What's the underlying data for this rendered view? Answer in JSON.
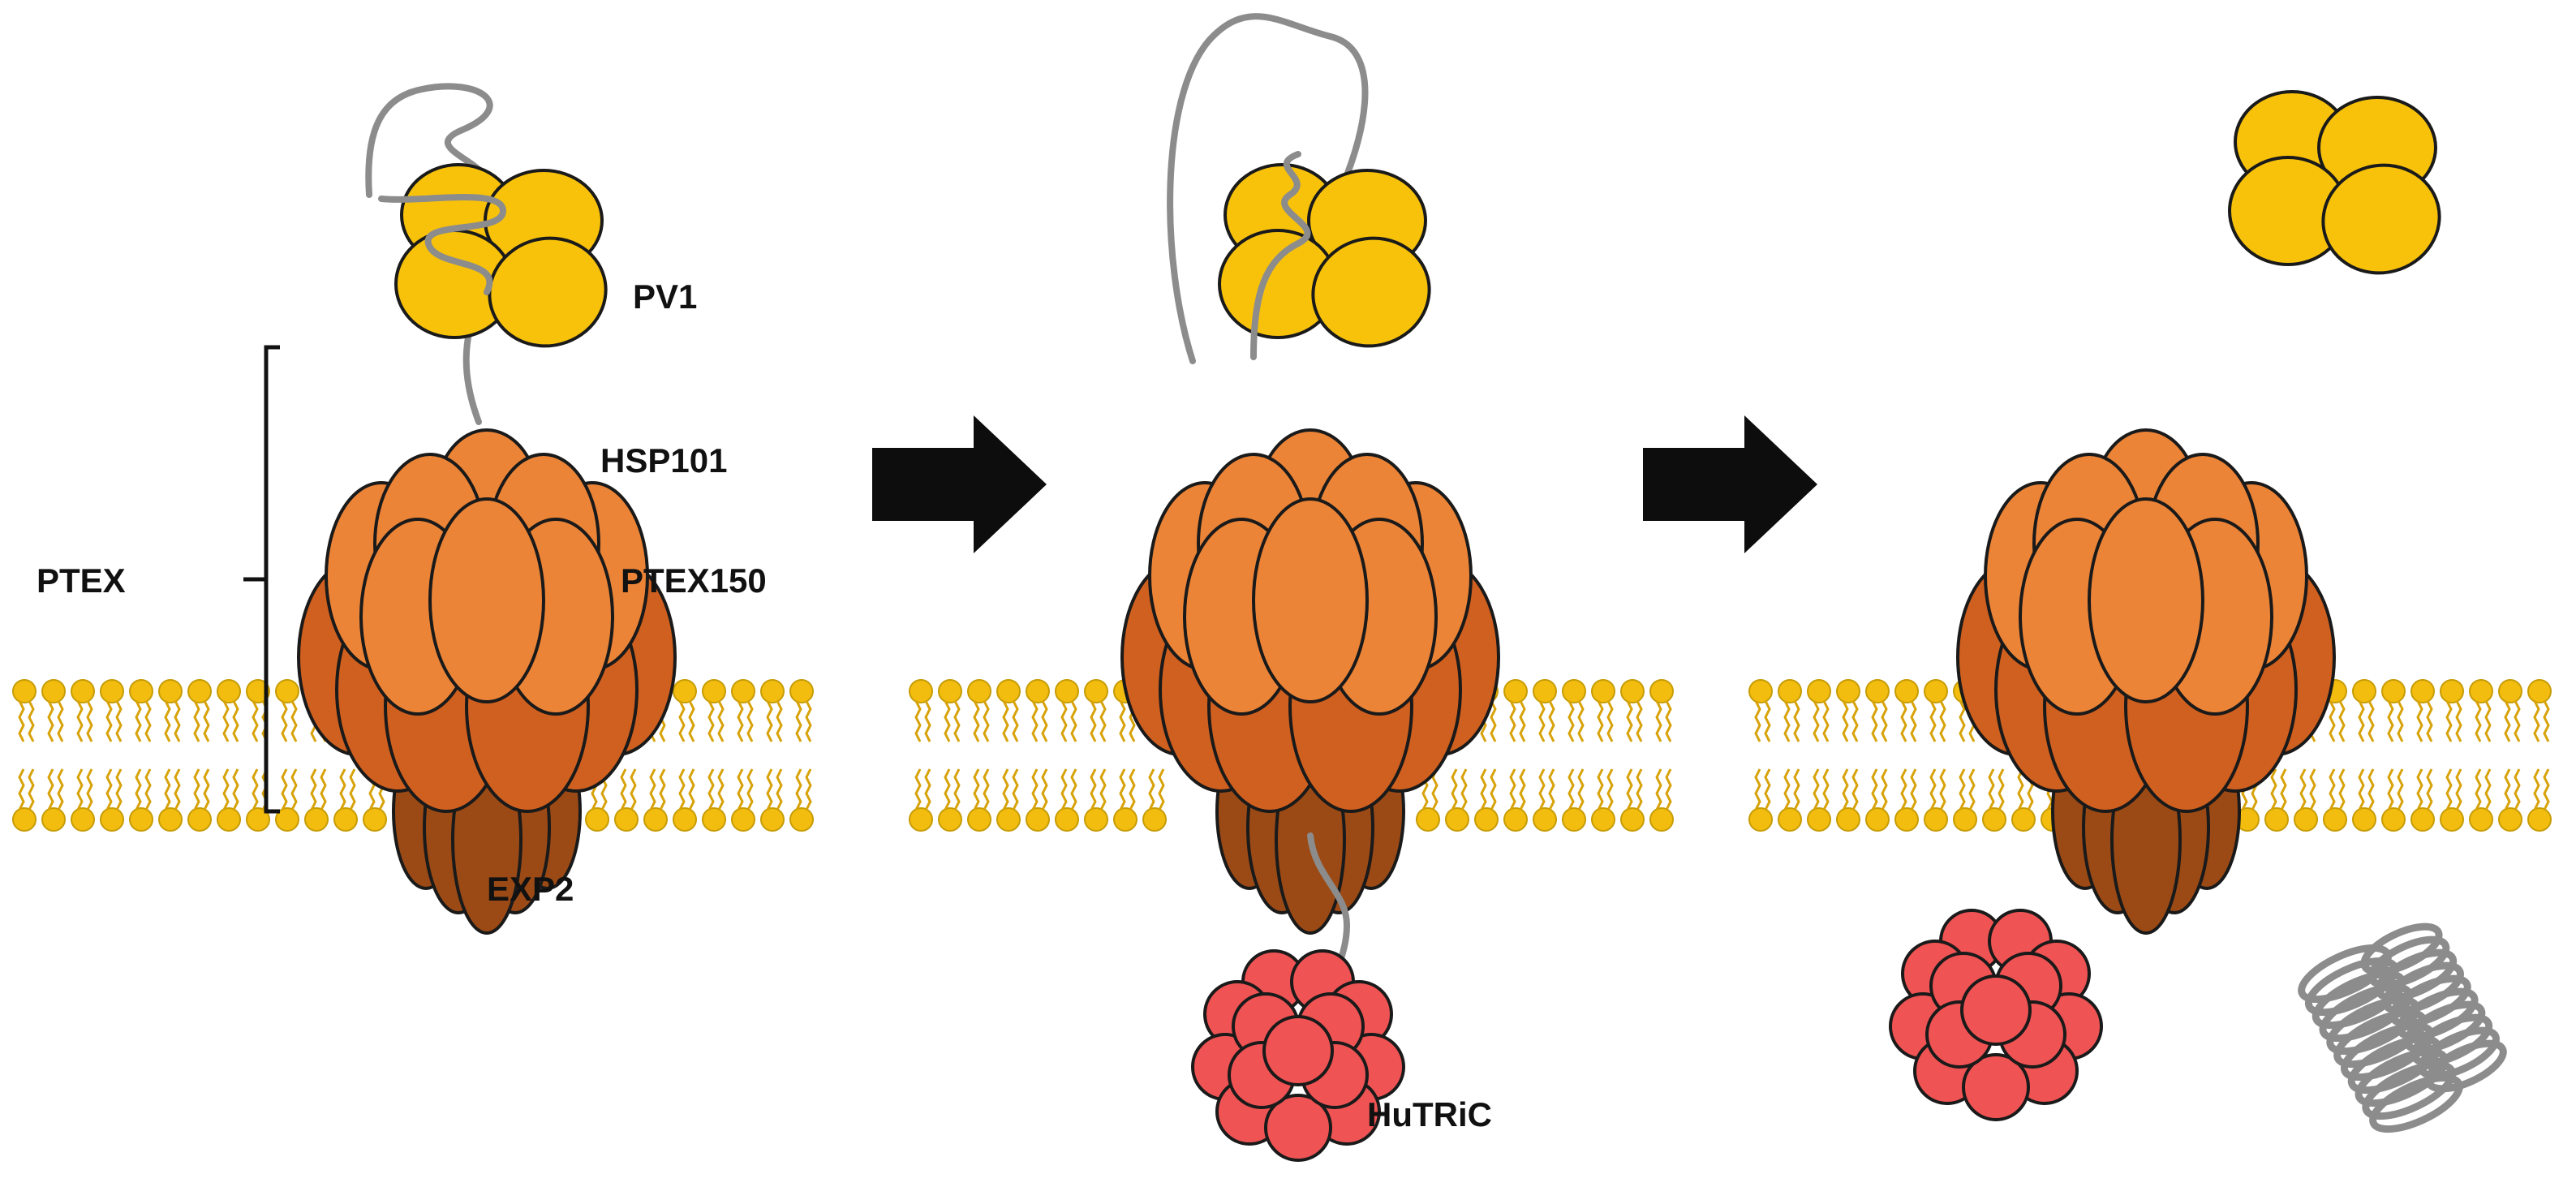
{
  "labels": {
    "pv1": "PV1",
    "hsp101": "HSP101",
    "ptex": "PTEX",
    "ptex150": "PTEX150",
    "exp2": "EXP2",
    "hutric": "HuTRiC"
  },
  "colors": {
    "pv1": "#f8c20a",
    "hsp101": "#ec8437",
    "ptex150": "#d0601f",
    "exp2": "#9b4a15",
    "membrane_head": "#f2bd0f",
    "membrane_tail": "#d7a20a",
    "hutric": "#ef5353",
    "cargo_thread": "#8c8c8c",
    "arrow": "#0d0d0d",
    "outline": "#1a1a1a"
  },
  "panels": [
    {
      "stage": "docked",
      "cargo": "threaded"
    },
    {
      "stage": "translocating",
      "cargo": "partially-translocated"
    },
    {
      "stage": "released",
      "cargo": "free"
    }
  ]
}
